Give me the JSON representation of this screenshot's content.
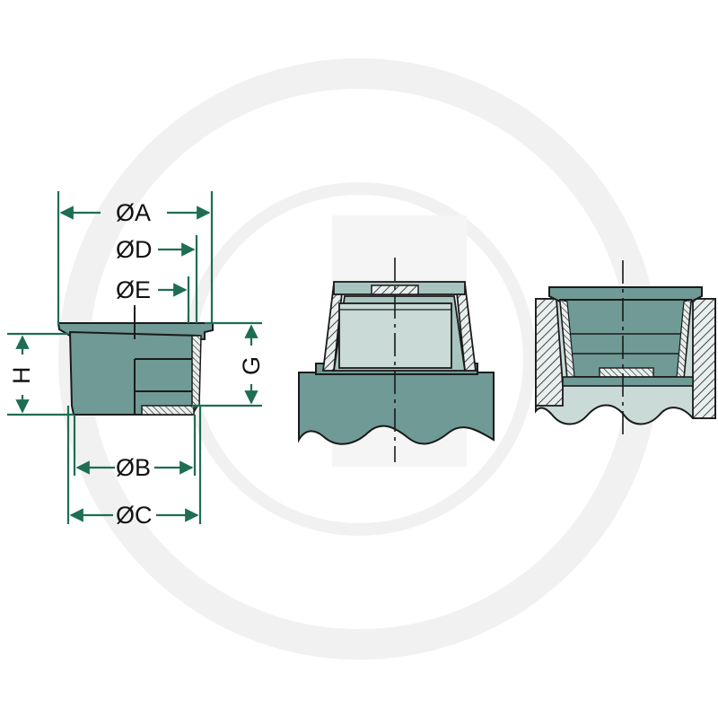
{
  "dimensions": {
    "a": "ØA",
    "d": "ØD",
    "e": "ØE",
    "b": "ØB",
    "c": "ØC",
    "h": "H",
    "g": "G"
  },
  "colors": {
    "dimension": "#1e6e52",
    "part_fill": "#6f9a96",
    "part_light": "#a8c4c0",
    "part_pale": "#c9dad7",
    "outline": "#1a1a1a",
    "watermark": "#f0f0f0"
  }
}
